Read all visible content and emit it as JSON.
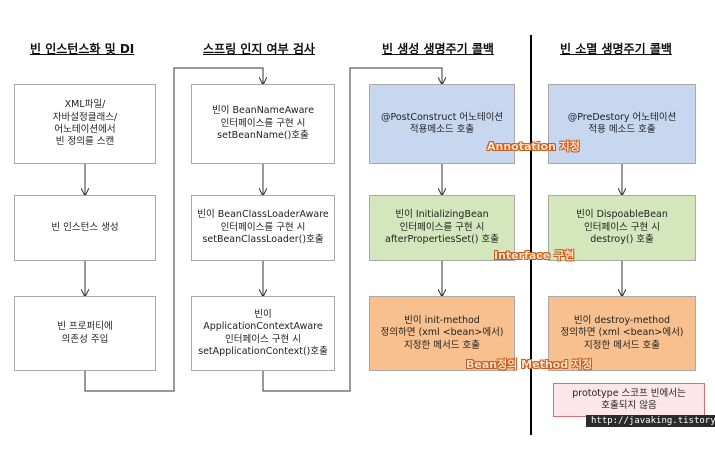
{
  "headers": {
    "col1": "빈 인스턴스화 및 DI",
    "col2": "스프링 인지 여부 검사",
    "col3": "빈 생성 생명주기 콜백",
    "col4": "빈 소멸 생명주기 콜백"
  },
  "col1": {
    "box1": "XML파일/\n자바설정클래스/\n어노테이션에서\n빈 정의를 스캔",
    "box2": "빈 인스턴스 생성",
    "box3": "빈 프로퍼티에\n의존성 주입"
  },
  "col2": {
    "box1": "빈이 BeanNameAware\n인터페이스를 구현 시\nsetBeanName()호출",
    "box2": "빈이 BeanClassLoaderAware\n인터페이스를 구현 시\nsetBeanClassLoader()호출",
    "box3": "빈이\nApplicationContextAware\n인터페이스 구현 시\nsetApplicationContext()호출"
  },
  "col3": {
    "box1": "@PostConstruct 어노테이션\n적용메소드 호출",
    "box2": "빈이 InitializingBean\n인터페이스를 구현 시\nafterPropertiesSet() 호출",
    "box3": "빈이 init-method\n정의하면 (xml <bean>에서)\n지정한 메서드 호출"
  },
  "col4": {
    "box1": "@PreDestory 어노테이션\n적용 메소드 호출",
    "box2": "빈이 DispoableBean\n인터페이스 구현 시\ndestroy() 호출",
    "box3": "빈이 destroy-method\n정의하면 (xml <bean>에서)\n지정한 메서드 호출",
    "note": "prototype 스코프 빈에서는\n호출되지 않음"
  },
  "labels": {
    "annotation": "Annotation 지정",
    "interface": "Interface 구현",
    "method": "Bean정의 Method 지정"
  },
  "watermark": "http://javaking.tistory.com",
  "colors": {
    "annotation_box": "#c6d7ef",
    "interface_box": "#d4e6bc",
    "method_box": "#f7c08e",
    "note_border": "#e06c7a"
  }
}
